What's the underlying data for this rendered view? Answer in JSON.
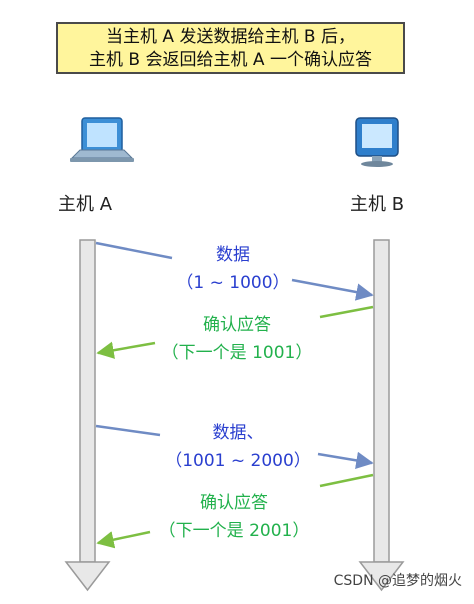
{
  "title": {
    "line1": "当主机 A 发送数据给主机 B 后，",
    "line2": "主机 B 会返回给主机 A 一个确认应答"
  },
  "hosts": {
    "a": {
      "label": "主机 A",
      "icon": "laptop-computer-icon"
    },
    "b": {
      "label": "主机 B",
      "icon": "desktop-computer-icon"
    }
  },
  "messages": [
    {
      "line1": "数据",
      "line2": "（1 ~ 1000）",
      "direction": "A-to-B",
      "color": "#6f8bc4"
    },
    {
      "line1": "确认应答",
      "line2": "（下一个是 1001）",
      "direction": "B-to-A",
      "color": "#7dbf42"
    },
    {
      "line1": "数据、",
      "line2": "（1001 ~ 2000）",
      "direction": "A-to-B",
      "color": "#6f8bc4"
    },
    {
      "line1": "确认应答",
      "line2": "（下一个是 2001）",
      "direction": "B-to-A",
      "color": "#7dbf42"
    }
  ],
  "watermark": "CSDN @追梦的烟火",
  "colors": {
    "title_bg": "#fff59c",
    "data_text": "#2a3fcf",
    "ack_text": "#22b14c",
    "timeline": "#e8e8e8"
  }
}
